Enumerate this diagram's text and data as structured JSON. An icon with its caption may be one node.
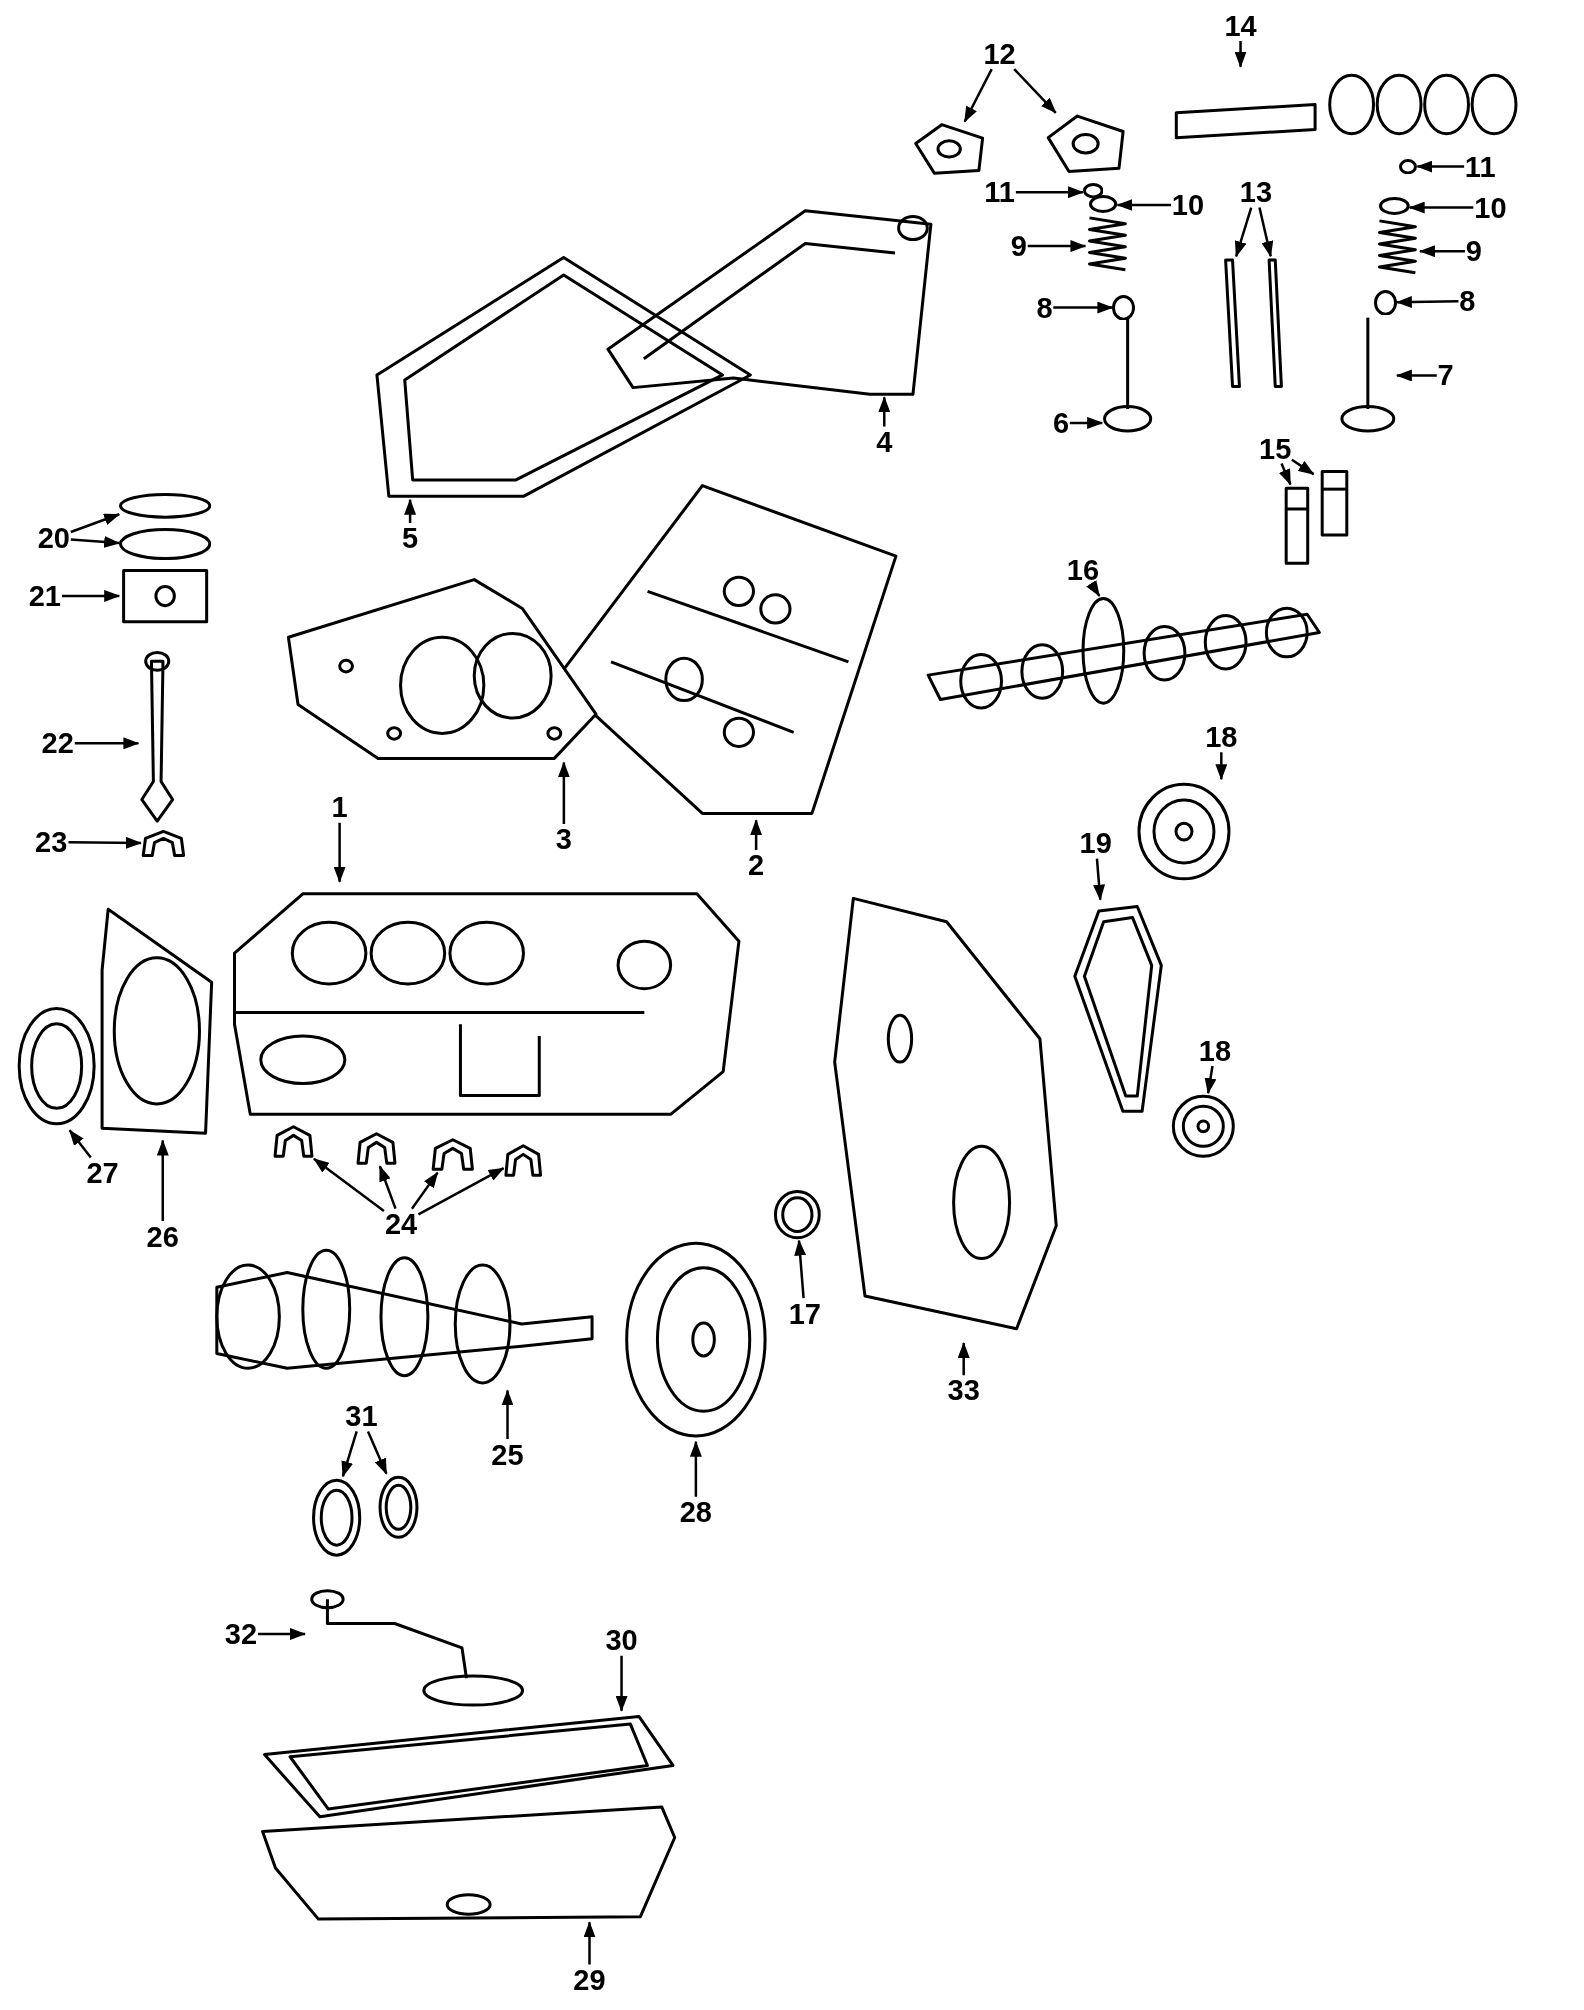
{
  "diagram": {
    "nodes": [
      {
        "text": [
          "1"
        ]
      },
      {
        "text": [
          "2"
        ]
      },
      {
        "text": [
          "3"
        ]
      },
      {
        "text": [
          "4"
        ]
      },
      {
        "text": [
          "5"
        ]
      },
      {
        "text": [
          "6"
        ]
      },
      {
        "text": [
          "7"
        ]
      },
      {
        "text": [
          "8"
        ]
      },
      {
        "text": [
          "8"
        ]
      },
      {
        "text": [
          "9"
        ]
      },
      {
        "text": [
          "9"
        ]
      },
      {
        "text": [
          "10"
        ]
      },
      {
        "text": [
          "10"
        ]
      },
      {
        "text": [
          "11"
        ]
      },
      {
        "text": [
          "11"
        ]
      },
      {
        "text": [
          "12"
        ]
      },
      {
        "text": [
          "13"
        ]
      },
      {
        "text": [
          "14"
        ]
      },
      {
        "text": [
          "15"
        ]
      },
      {
        "text": [
          "16"
        ]
      },
      {
        "text": [
          "17"
        ]
      },
      {
        "text": [
          "18"
        ]
      },
      {
        "text": [
          "18"
        ]
      },
      {
        "text": [
          "19"
        ]
      },
      {
        "text": [
          "20"
        ]
      },
      {
        "text": [
          "21"
        ]
      },
      {
        "text": [
          "22"
        ]
      },
      {
        "text": [
          "23"
        ]
      },
      {
        "text": [
          "24"
        ]
      },
      {
        "text": [
          "25"
        ]
      },
      {
        "text": [
          "26"
        ]
      },
      {
        "text": [
          "27"
        ]
      },
      {
        "text": [
          "28"
        ]
      },
      {
        "text": [
          "29"
        ]
      },
      {
        "text": [
          "30"
        ]
      },
      {
        "text": [
          "31"
        ]
      },
      {
        "text": [
          "32"
        ]
      },
      {
        "text": [
          "33"
        ]
      },
      {
        "text": [],
        "shape": "picture"
      },
      {
        "text": [],
        "shape": "picture"
      },
      {
        "text": [],
        "shape": "picture"
      },
      {
        "text": [],
        "shape": "picture"
      },
      {
        "text": [],
        "shape": "picture"
      },
      {
        "text": [],
        "shape": "picture"
      },
      {
        "text": [],
        "shape": "picture"
      },
      {
        "text": [],
        "shape": "circle"
      },
      {
        "text": [],
        "shape": "circle"
      },
      {
        "text": [],
        "shape": "picture"
      },
      {
        "text": [],
        "shape": "picture"
      },
      {
        "text": [],
        "shape": "circle"
      },
      {
        "text": [],
        "shape": "circle"
      },
      {
        "text": [],
        "shape": "circle"
      },
      {
        "text": [],
        "shape": "circle"
      },
      {
        "text": [],
        "shape": "picture"
      },
      {
        "text": [],
        "shape": "picture"
      },
      {
        "text": [],
        "shape": "picture"
      },
      {
        "text": [],
        "shape": "picture"
      },
      {
        "text": [],
        "shape": "picture"
      },
      {
        "text": [],
        "shape": "picture"
      },
      {
        "text": [],
        "shape": "picture"
      },
      {
        "text": [],
        "shape": "picture"
      },
      {
        "text": [],
        "shape": "picture"
      },
      {
        "text": [],
        "shape": "picture"
      },
      {
        "text": [],
        "shape": "picture"
      },
      {
        "text": [],
        "shape": "picture"
      },
      {
        "text": [],
        "shape": "circle"
      },
      {
        "text": [],
        "shape": "circle"
      },
      {
        "text": [],
        "shape": "picture"
      },
      {
        "text": [],
        "shape": "picture"
      },
      {
        "text": [],
        "shape": "picture"
      },
      {
        "text": [],
        "shape": "picture"
      },
      {
        "text": [],
        "shape": "picture"
      },
      {
        "text": [],
        "shape": "picture"
      },
      {
        "text": [],
        "shape": "picture"
      },
      {
        "text": [],
        "shape": "picture"
      },
      {
        "text": [],
        "shape": "picture"
      },
      {
        "text": [],
        "shape": "picture"
      },
      {
        "text": [],
        "shape": "picture"
      },
      {
        "text": [],
        "shape": "picture"
      },
      {
        "text": [],
        "shape": "picture"
      },
      {
        "text": [],
        "shape": "picture"
      },
      {
        "text": [],
        "shape": "picture"
      },
      {
        "text": [],
        "shape": "picture"
      },
      {
        "text": [],
        "shape": "picture"
      }
    ],
    "edges": [
      {
        "from": 0,
        "to": 38,
        "arrow": "to"
      },
      {
        "from": 1,
        "to": 39,
        "arrow": "to"
      },
      {
        "from": 2,
        "to": 40,
        "arrow": "to"
      },
      {
        "from": 3,
        "to": 41,
        "arrow": "to"
      },
      {
        "from": 4,
        "to": 42,
        "arrow": "to"
      },
      {
        "from": 5,
        "to": 43,
        "arrow": "to"
      },
      {
        "from": 6,
        "to": 44,
        "arrow": "to"
      },
      {
        "from": 7,
        "to": 45,
        "arrow": "to"
      },
      {
        "from": 8,
        "to": 46,
        "arrow": "to"
      },
      {
        "from": 9,
        "to": 47,
        "arrow": "to"
      },
      {
        "from": 10,
        "to": 48,
        "arrow": "to"
      },
      {
        "from": 11,
        "to": 49,
        "arrow": "to"
      },
      {
        "from": 12,
        "to": 50,
        "arrow": "to"
      },
      {
        "from": 13,
        "to": 51,
        "arrow": "to"
      },
      {
        "from": 14,
        "to": 52,
        "arrow": "to"
      },
      {
        "from": 15,
        "to": 53,
        "arrow": "to"
      },
      {
        "from": 15,
        "to": 54,
        "arrow": "to"
      },
      {
        "from": 16,
        "to": 55,
        "arrow": "to"
      },
      {
        "from": 16,
        "to": 56,
        "arrow": "to"
      },
      {
        "from": 17,
        "to": 57,
        "arrow": "to"
      },
      {
        "from": 18,
        "to": 58,
        "arrow": "to"
      },
      {
        "from": 18,
        "to": 59,
        "arrow": "to"
      },
      {
        "from": 19,
        "to": 60,
        "arrow": "to"
      },
      {
        "from": 20,
        "to": 61,
        "arrow": "to"
      },
      {
        "from": 21,
        "to": 62,
        "arrow": "to"
      },
      {
        "from": 22,
        "to": 63,
        "arrow": "to"
      },
      {
        "from": 23,
        "to": 64,
        "arrow": "to"
      },
      {
        "from": 24,
        "to": 65,
        "arrow": "to"
      },
      {
        "from": 24,
        "to": 66,
        "arrow": "to"
      },
      {
        "from": 25,
        "to": 67,
        "arrow": "to"
      },
      {
        "from": 26,
        "to": 68,
        "arrow": "to"
      },
      {
        "from": 27,
        "to": 69,
        "arrow": "to"
      },
      {
        "from": 28,
        "to": 70,
        "arrow": "to"
      },
      {
        "from": 28,
        "to": 71,
        "arrow": "to"
      },
      {
        "from": 28,
        "to": 72,
        "arrow": "to"
      },
      {
        "from": 28,
        "to": 73,
        "arrow": "to"
      },
      {
        "from": 29,
        "to": 74,
        "arrow": "to"
      },
      {
        "from": 30,
        "to": 75,
        "arrow": "to"
      },
      {
        "from": 31,
        "to": 76,
        "arrow": "to"
      },
      {
        "from": 32,
        "to": 77,
        "arrow": "to"
      },
      {
        "from": 33,
        "to": 78,
        "arrow": "to"
      },
      {
        "from": 34,
        "to": 79,
        "arrow": "to"
      },
      {
        "from": 35,
        "to": 80,
        "arrow": "to"
      },
      {
        "from": 35,
        "to": 81,
        "arrow": "to"
      },
      {
        "from": 36,
        "to": 82,
        "arrow": "to"
      },
      {
        "from": 37,
        "to": 83,
        "arrow": "to"
      }
    ]
  }
}
